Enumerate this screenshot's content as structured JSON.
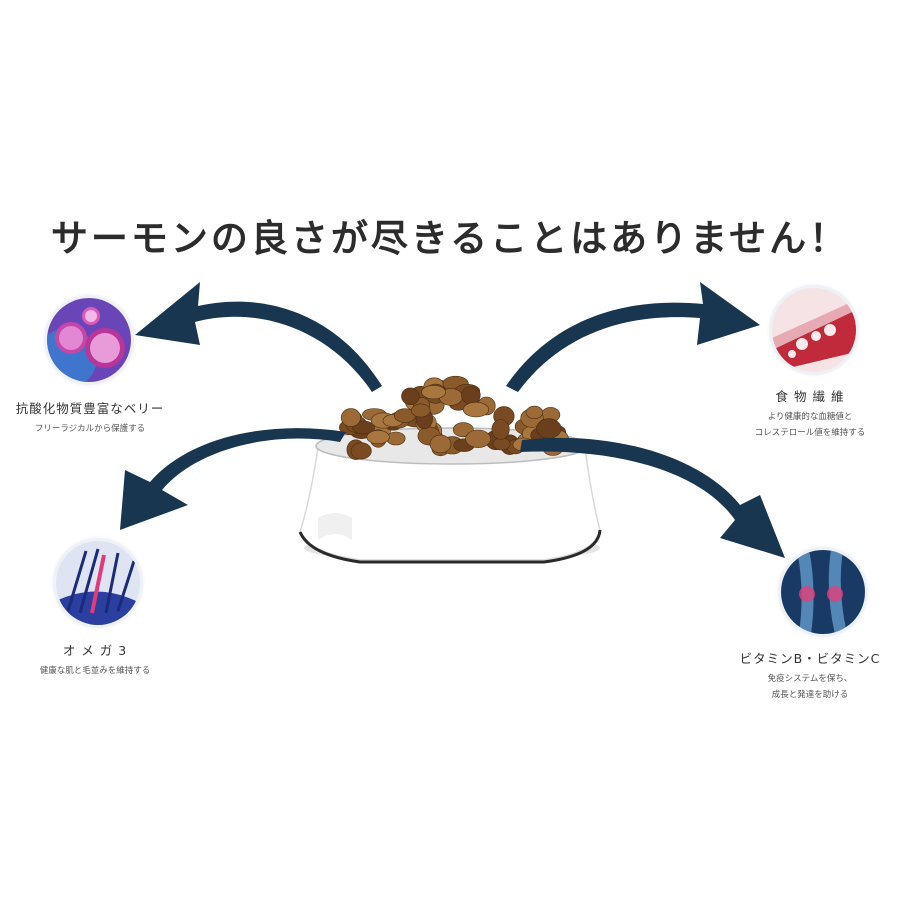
{
  "headline": "サーモンの良さが尽きることはありません！",
  "colors": {
    "arrow": "#183650",
    "kibble": "#8a5a2b",
    "bowl": "#ffffff",
    "bowl_rim": "#2a2a2a",
    "text": "#2c2c2c"
  },
  "features": [
    {
      "icon": "antioxidant-berry-cells-icon",
      "title": "抗酸化物質豊富なベリー",
      "desc_lines": [
        "フリーラジカルから保護する"
      ]
    },
    {
      "icon": "dietary-fiber-blood-vessel-icon",
      "title": "食 物 繊 維",
      "desc_lines": [
        "より健康的な血糖値と",
        "コレステロール値を維持する"
      ]
    },
    {
      "icon": "omega3-hair-follicle-icon",
      "title": "オ メ ガ 3",
      "desc_lines": [
        "健康な肌と毛並みを維持する"
      ]
    },
    {
      "icon": "vitamin-b-c-joints-icon",
      "title": "ビタミンB・ビタミンC",
      "desc_lines": [
        "免疫システムを保ち、",
        "成長と発達を助ける"
      ]
    }
  ]
}
